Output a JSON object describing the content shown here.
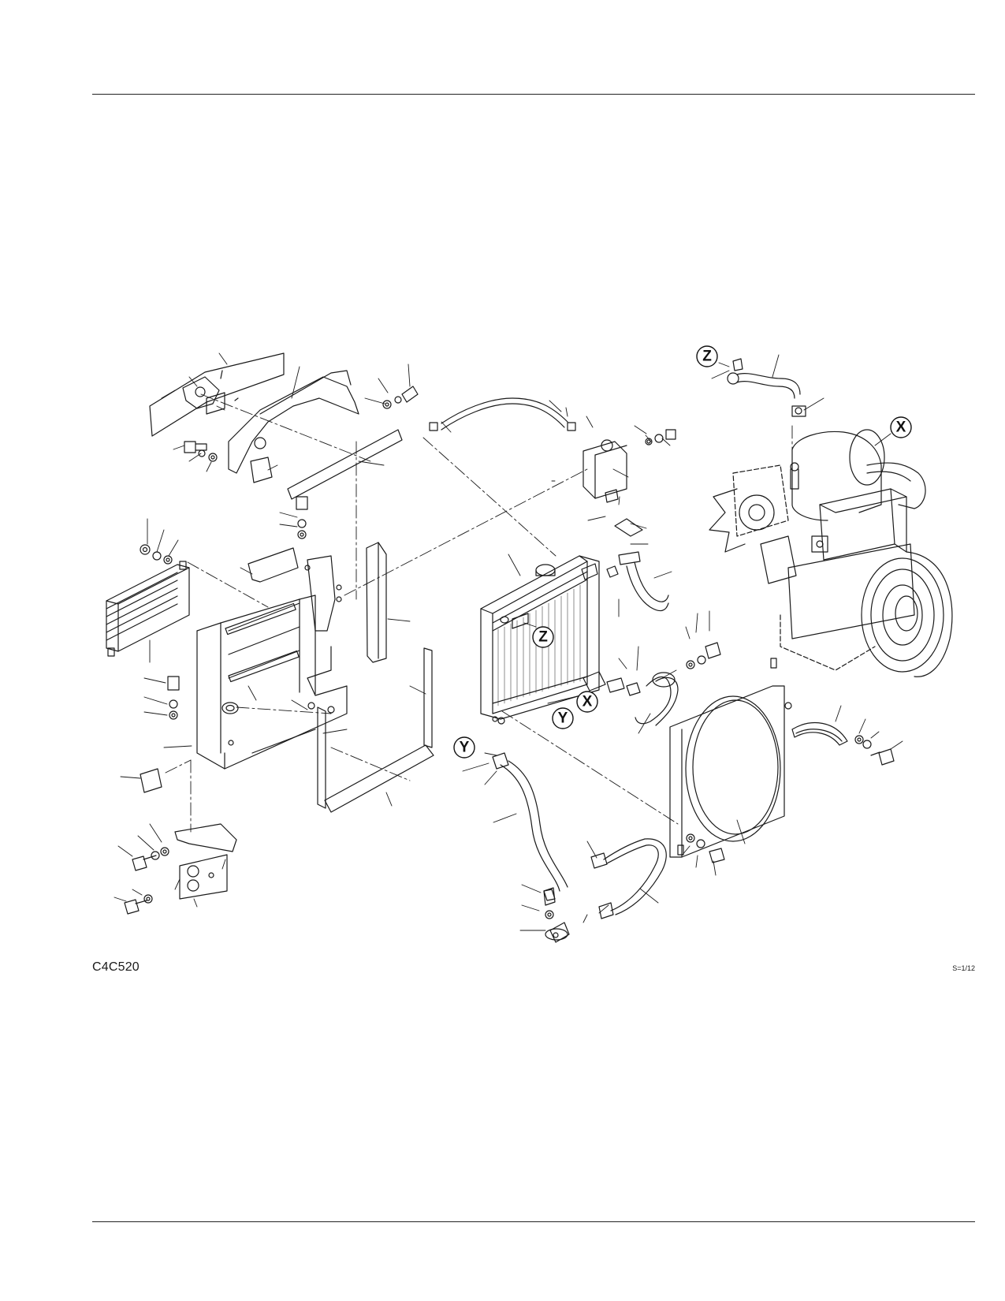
{
  "figure": {
    "code": "C4C520",
    "scale": "S=1/12"
  },
  "callouts": {
    "x": "X",
    "y": "Y",
    "z": "Z"
  },
  "colors": {
    "line": "#1a1a1a",
    "background": "#ffffff"
  }
}
